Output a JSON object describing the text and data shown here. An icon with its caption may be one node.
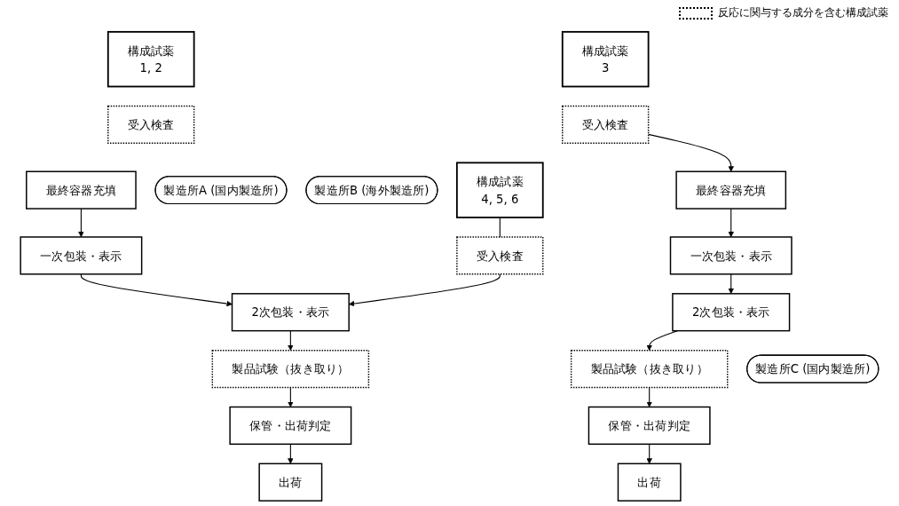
{
  "diagram": {
    "nodes": [
      {
        "text": [
          "構成試薬",
          "1, 2"
        ]
      },
      {
        "text": [
          "構成試薬",
          "4, 5, 6"
        ]
      },
      {
        "text": [
          "構成試薬",
          "3"
        ]
      },
      {
        "text": [
          "受入検査"
        ]
      },
      {
        "text": [
          "製造所A (国内製造所)"
        ]
      },
      {
        "text": [
          "受入検査"
        ]
      },
      {
        "text": [
          "製造所B (海外製造所)"
        ]
      },
      {
        "text": [
          "最終容器充填"
        ]
      },
      {
        "text": [
          "最終容器充填"
        ]
      },
      {
        "text": [
          "一次包装・表示"
        ]
      },
      {
        "text": [
          "一次包装・表示"
        ]
      },
      {
        "text": [
          "2次包装・表示"
        ]
      },
      {
        "text": [
          "受入検査"
        ]
      },
      {
        "text": [
          "2次包装・表示"
        ]
      },
      {
        "text": [
          "製品試験（抜き取り）"
        ]
      },
      {
        "text": [
          "製品試験（抜き取り）"
        ]
      },
      {
        "text": [
          "製造所C (国内製造所)"
        ]
      },
      {
        "text": [
          "保管・出荷判定"
        ]
      },
      {
        "text": [
          "保管・出荷判定"
        ]
      },
      {
        "text": [
          "出荷"
        ]
      },
      {
        "text": [
          "出荷"
        ]
      }
    ],
    "edges": [
      {
        "from": 7,
        "to": 9,
        "arrow": "to"
      },
      {
        "from": 9,
        "to": 13,
        "arrow": "to"
      },
      {
        "from": 1,
        "to": 12,
        "arrow": "none"
      },
      {
        "from": 12,
        "to": 13,
        "arrow": "to"
      },
      {
        "from": 13,
        "to": 14,
        "arrow": "to"
      },
      {
        "from": 14,
        "to": 17,
        "arrow": "to"
      },
      {
        "from": 17,
        "to": 19,
        "arrow": "to"
      },
      {
        "from": 5,
        "to": 8,
        "arrow": "to"
      },
      {
        "from": 8,
        "to": 10,
        "arrow": "to"
      },
      {
        "from": 10,
        "to": 11,
        "arrow": "to"
      },
      {
        "from": 11,
        "to": 15,
        "arrow": "to"
      },
      {
        "from": 15,
        "to": 18,
        "arrow": "to"
      },
      {
        "from": 18,
        "to": 20,
        "arrow": "to"
      }
    ],
    "legend": [
      {
        "text": "反応に関与する成分を含む構成試薬"
      }
    ]
  }
}
